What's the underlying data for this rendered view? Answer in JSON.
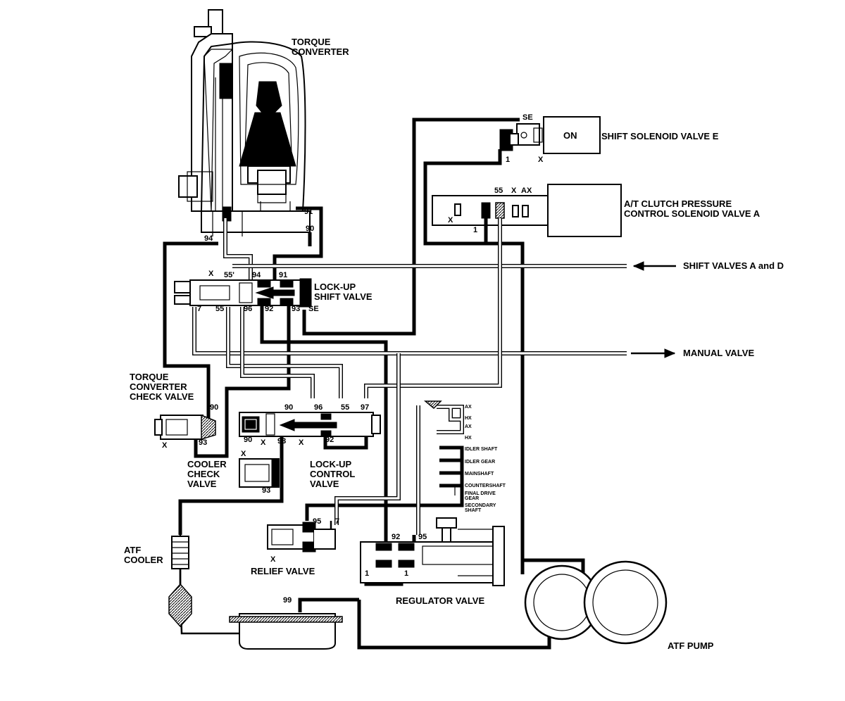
{
  "labels": {
    "torque_converter_1": "TORQUE",
    "torque_converter_2": "CONVERTER",
    "shift_solenoid_e": "SHIFT SOLENOID VALVE E",
    "solenoid_state": "ON",
    "at_clutch_1": "A/T CLUTCH PRESSURE",
    "at_clutch_2": "CONTROL SOLENOID VALVE A",
    "shift_valves": "SHIFT VALVES A and D",
    "manual_valve": "MANUAL VALVE",
    "lockup_shift_1": "LOCK-UP",
    "lockup_shift_2": "SHIFT VALVE",
    "tc_check_1": "TORQUE",
    "tc_check_2": "CONVERTER",
    "tc_check_3": "CHECK VALVE",
    "cooler_check_1": "COOLER",
    "cooler_check_2": "CHECK",
    "cooler_check_3": "VALVE",
    "lockup_control_1": "LOCK-UP",
    "lockup_control_2": "CONTROL",
    "lockup_control_3": "VALVE",
    "atf_cooler_1": "ATF",
    "atf_cooler_2": "COOLER",
    "relief_valve": "RELIEF VALVE",
    "regulator_valve": "REGULATOR VALVE",
    "atf_pump": "ATF PUMP"
  },
  "ports": {
    "se": "SE",
    "x": "X",
    "ax": "AX",
    "p1": "1",
    "p55": "55",
    "p55p": "55'",
    "p7": "7",
    "p90": "90",
    "p91": "91",
    "p92": "92",
    "p93": "93",
    "p94": "94",
    "p95": "95",
    "p96": "96",
    "p97": "97",
    "p99": "99"
  },
  "lube_points": {
    "ax": "AX",
    "hx": "HX",
    "idler_shaft": "IDLER SHAFT",
    "idler_gear": "IDLER GEAR",
    "mainshaft": "MAINSHAFT",
    "countershaft": "COUNTERSHAFT",
    "final_drive_1": "FINAL DRIVE",
    "final_drive_2": "GEAR",
    "secondary_1": "SECONDARY",
    "secondary_2": "SHAFT"
  },
  "icons": {
    "arrow_left": "arrow-left-icon",
    "arrow_right": "arrow-right-icon"
  }
}
